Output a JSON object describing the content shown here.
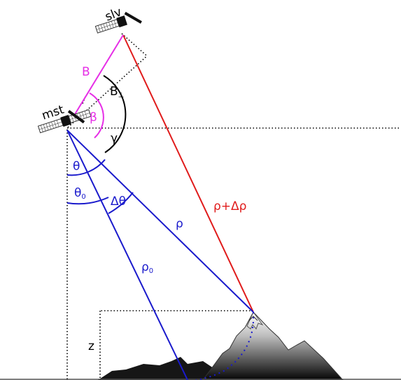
{
  "labels": {
    "slave": "slv",
    "master": "mst",
    "baseline": "B",
    "perp_baseline": "B",
    "perp_symbol": "⊥",
    "beta": "β",
    "gamma": "γ",
    "theta": "θ",
    "theta0_base": "θ",
    "theta0_sub": "0",
    "delta_theta": "Δθ",
    "rho": "ρ",
    "rho0_base": "ρ",
    "rho0_sub": "0",
    "rho_plus_delta": "ρ+Δρ",
    "z": "z"
  },
  "colors": {
    "baseline": "#e62ee6",
    "slant_range": "#1a1acc",
    "slave_range": "#e01b1b",
    "angles": "#1a1acc",
    "text": "#000000"
  }
}
